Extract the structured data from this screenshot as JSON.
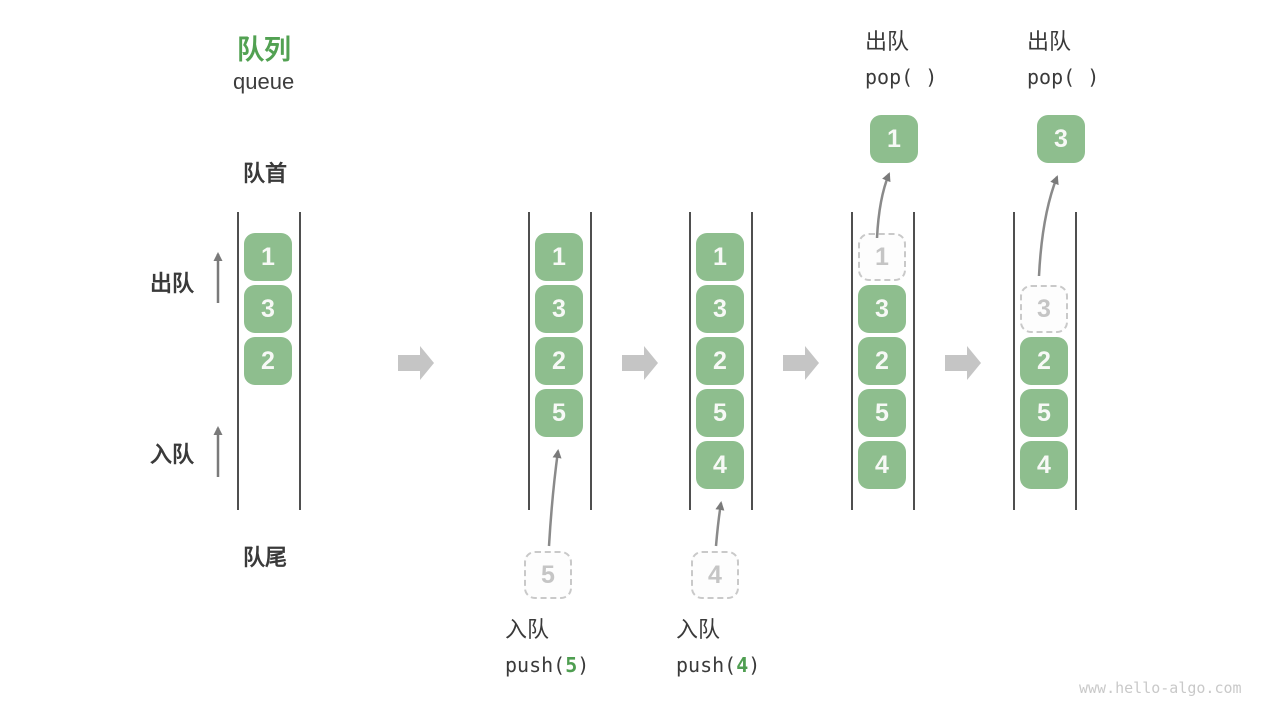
{
  "title": {
    "zh": "队列",
    "en": "queue"
  },
  "side_labels": {
    "front": "队首",
    "rear": "队尾",
    "dequeue": "出队",
    "enqueue": "入队"
  },
  "watermark": "www.hello-algo.com",
  "colors": {
    "green_box": "#8ebe8e",
    "green_text": "#4f9e51",
    "box_number": "#f7f9f6",
    "dashed_border": "#c9c9c9",
    "dashed_text": "#c5c5c5",
    "column_line": "#4f4f4f",
    "thin_arrow": "#7a7a7a",
    "block_arrow": "#c5c5c5",
    "label_text": "#3a3a3a",
    "watermark_text": "#c9c9c9"
  },
  "columns": [
    {
      "name": "state-initial",
      "cells": [
        {
          "v": "1"
        },
        {
          "v": "3"
        },
        {
          "v": "2"
        }
      ]
    },
    {
      "name": "state-push-5",
      "cells": [
        {
          "v": "1"
        },
        {
          "v": "3"
        },
        {
          "v": "2"
        },
        {
          "v": "5"
        }
      ],
      "pending": {
        "v": "5"
      },
      "caption": {
        "op": "入队",
        "fn_open": "push(",
        "arg": "5",
        "fn_close": ")"
      }
    },
    {
      "name": "state-push-4",
      "cells": [
        {
          "v": "1"
        },
        {
          "v": "3"
        },
        {
          "v": "2"
        },
        {
          "v": "5"
        },
        {
          "v": "4"
        }
      ],
      "pending": {
        "v": "4"
      },
      "caption": {
        "op": "入队",
        "fn_open": "push(",
        "arg": "4",
        "fn_close": ")"
      }
    },
    {
      "name": "state-pop-1",
      "cells": [
        {
          "v": "1",
          "dashed": true
        },
        {
          "v": "3"
        },
        {
          "v": "2"
        },
        {
          "v": "5"
        },
        {
          "v": "4"
        }
      ],
      "popped": {
        "v": "1"
      },
      "caption": {
        "op": "出队",
        "fn": "pop( )"
      }
    },
    {
      "name": "state-pop-3",
      "cells": [
        {
          "v": "3",
          "dashed": true
        },
        {
          "v": "2"
        },
        {
          "v": "5"
        },
        {
          "v": "4"
        }
      ],
      "popped": {
        "v": "3"
      },
      "caption": {
        "op": "出队",
        "fn": "pop( )"
      }
    }
  ]
}
